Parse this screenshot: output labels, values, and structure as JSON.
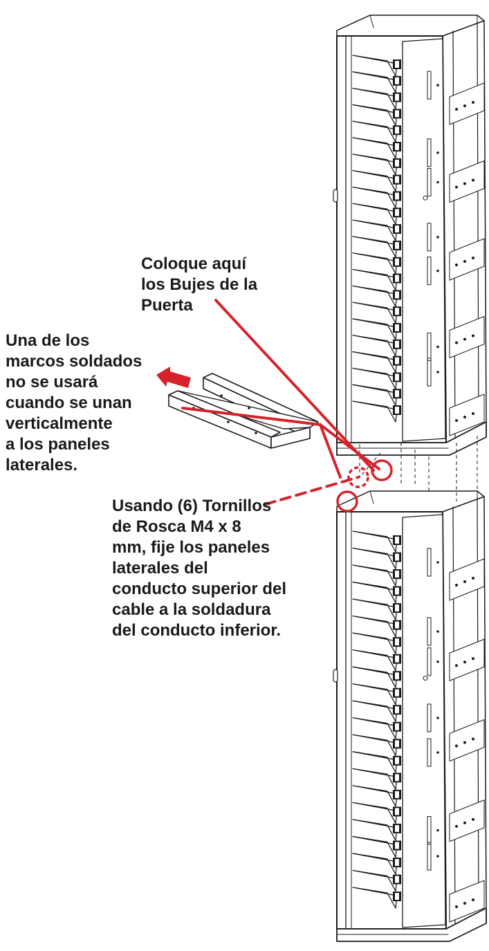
{
  "callouts": {
    "door_bushings": [
      "Coloque aquí",
      "los Bujes de la",
      "Puerta"
    ],
    "welded_frames": [
      "Una de los",
      "marcos soldados",
      "no se usará",
      "cuando se unan",
      "verticalmente",
      "a los paneles",
      "laterales."
    ],
    "screws": [
      "Usando (6) Tornillos",
      "de Rosca M4 x 8",
      "mm, fije los paneles",
      "laterales del",
      "conducto superior del",
      "cable a la soldadura",
      "del conducto inferior."
    ]
  },
  "colors": {
    "accent": "#d4232a",
    "line": "#1a1a1a",
    "background": "#ffffff"
  },
  "icons": {
    "removal_arrow": "arrow-left-icon",
    "screw_location": "circle-marker-icon"
  }
}
